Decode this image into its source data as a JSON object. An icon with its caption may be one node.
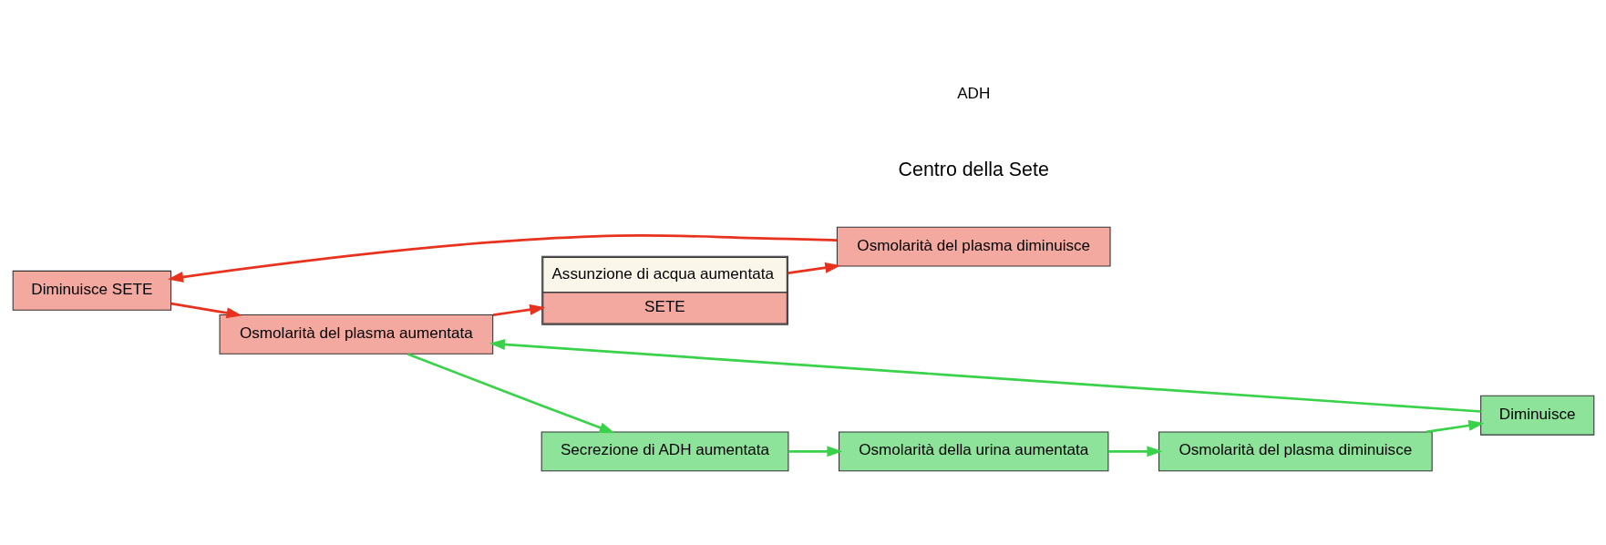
{
  "diagram": {
    "nodes": [
      {
        "text": [
          "Diminuisce SETE"
        ]
      },
      {
        "text": [
          "Osmolarità del plasma aumentata"
        ]
      },
      {
        "text": [
          "Osmolarità del plasma diminuisce"
        ]
      },
      {
        "text": [
          "Assunzione di acqua aumentata",
          "SETE"
        ]
      },
      {
        "text": [
          "Diminuisce"
        ]
      },
      {
        "text": [
          "Osmolarità del plasma diminuisce"
        ]
      },
      {
        "text": [
          "Secrezione di ADH aumentata"
        ]
      },
      {
        "text": [
          "Osmolarità della urina aumentata"
        ]
      }
    ],
    "edges": [
      {
        "from": 2,
        "to": 0,
        "arrow": "to",
        "color": "#e8321e"
      },
      {
        "from": 0,
        "to": 1,
        "arrow": "to",
        "color": "#e8321e"
      },
      {
        "from": 1,
        "to": 3,
        "arrow": "to",
        "color": "#e8321e"
      },
      {
        "from": 3,
        "to": 2,
        "arrow": "to",
        "color": "#e8321e"
      },
      {
        "from": 4,
        "to": 1,
        "arrow": "to"
      },
      {
        "from": 1,
        "to": 6,
        "arrow": "to"
      },
      {
        "from": 6,
        "to": 7,
        "arrow": "to"
      },
      {
        "from": 7,
        "to": 5,
        "arrow": "to"
      },
      {
        "from": 5,
        "to": 4,
        "arrow": "to"
      }
    ],
    "labels": [
      "Centro della Sete",
      "ADH"
    ]
  }
}
